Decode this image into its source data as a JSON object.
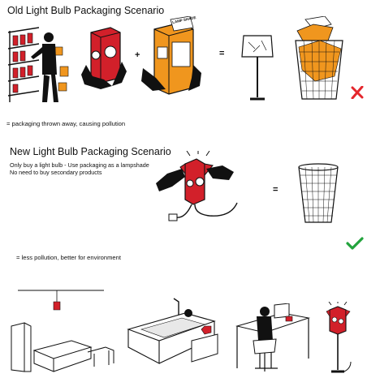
{
  "headings": {
    "old": "Old Light Bulb Packaging Scenario",
    "new": "New Light Bulb Packaging Scenario"
  },
  "captions": {
    "old": "= packaging thrown away, causing pollution",
    "new": "= less pollution, better for environment"
  },
  "notes": {
    "line1": "Only buy a light bulb - Use packaging as a lampshade",
    "line2": "No need to buy secondary products"
  },
  "operators": {
    "plus": "+",
    "equals": "="
  },
  "box_labels": {
    "lamp_shade": "LAMP SHADE"
  },
  "marks": {
    "old_result": "cross-icon",
    "new_result": "check-icon"
  },
  "colors": {
    "accent_red": "#d2202a",
    "accent_orange": "#f0961e",
    "cross": "#e4262c",
    "check": "#22a33c",
    "ink": "#111111"
  }
}
